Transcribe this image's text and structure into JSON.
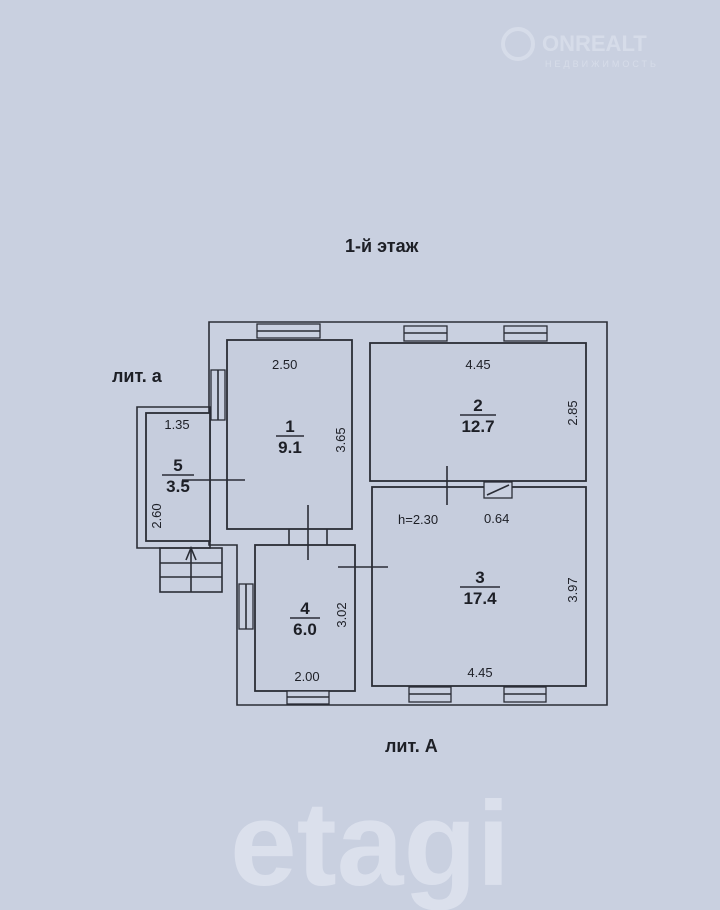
{
  "title": "1-й этаж",
  "label_a_small": "лит. а",
  "label_a_big": "лит. А",
  "height_note": "h=2.30",
  "watermark": {
    "brand": "ONREALT",
    "tagline": "НЕДВИЖИМОСТЬ",
    "plan_mark": "etagi"
  },
  "rooms": [
    {
      "number": "1",
      "area": "9.1",
      "dims": [
        "2.50",
        "3.65"
      ]
    },
    {
      "number": "2",
      "area": "12.7",
      "dims": [
        "4.45",
        "2.85"
      ]
    },
    {
      "number": "3",
      "area": "17.4",
      "dims": [
        "4.45",
        "3.97"
      ]
    },
    {
      "number": "4",
      "area": "6.0",
      "dims": [
        "2.00",
        "3.02"
      ]
    },
    {
      "number": "5",
      "area": "3.5",
      "dims": [
        "1.35",
        "2.60"
      ]
    }
  ],
  "chimney_dim": "0.64"
}
